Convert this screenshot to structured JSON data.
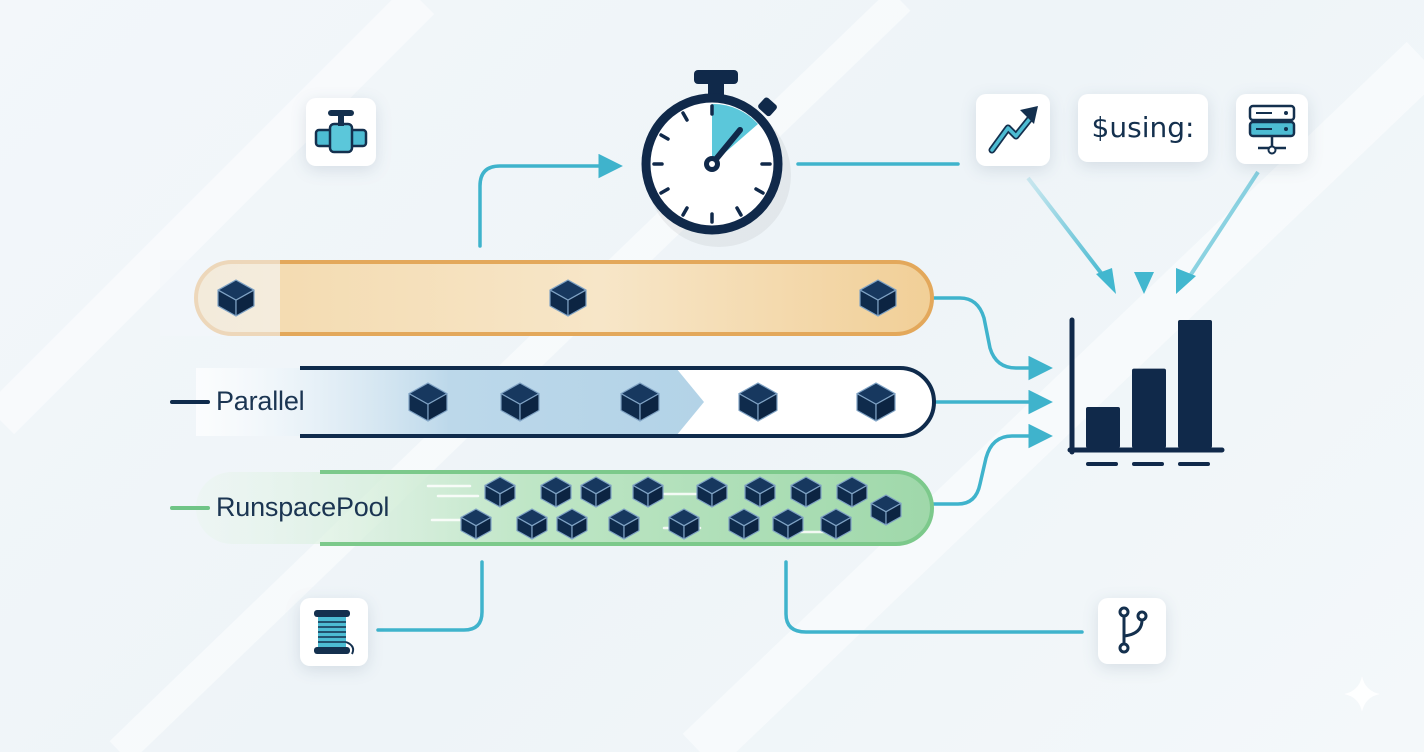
{
  "lanes": [
    {
      "id": "lane-1",
      "label": "",
      "accent": "#e8b46a"
    },
    {
      "id": "lane-2",
      "label": "Parallel",
      "accent": "#0f2b4c"
    },
    {
      "id": "lane-3",
      "label": "RunspacePool",
      "accent": "#7fca8e"
    }
  ],
  "using_badge": {
    "label": "$using:"
  },
  "colors": {
    "connector": "#3fb3cc",
    "navy": "#0f2b4c",
    "cube": "#102a4a",
    "cube_edge": "#7fa2c4",
    "teal": "#42b7cf",
    "bars": "#10294a"
  },
  "icons": [
    "valve-icon",
    "stopwatch-icon",
    "trend-arrow-icon",
    "server-icon",
    "bar-chart-icon",
    "thread-spool-icon",
    "branch-icon",
    "sparkle-icon"
  ],
  "chart_icon": {
    "bar_levels": [
      0.32,
      0.62,
      1.0
    ]
  }
}
